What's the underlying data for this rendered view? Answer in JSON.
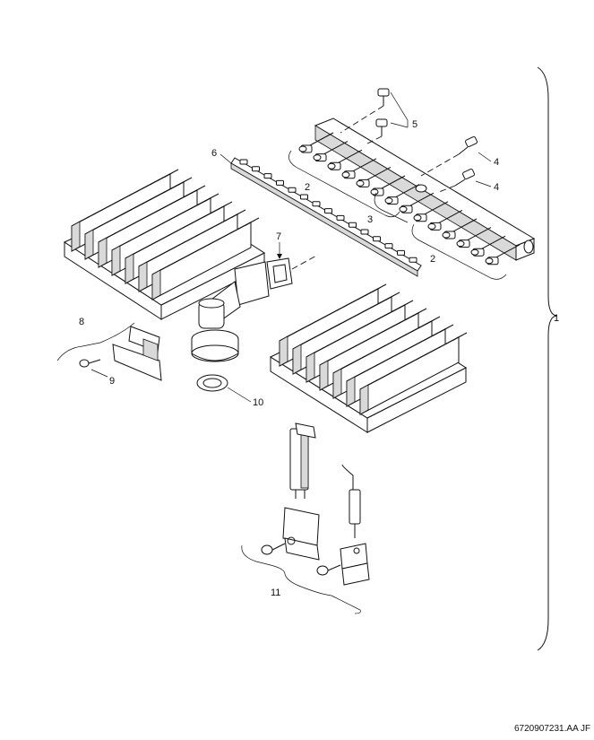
{
  "callouts": {
    "c1": "1",
    "c2a": "2",
    "c2b": "2",
    "c3": "3",
    "c4a": "4",
    "c4b": "4",
    "c5": "5",
    "c6": "6",
    "c7": "7",
    "c8": "8",
    "c9": "9",
    "c10": "10",
    "c11": "11"
  },
  "drawing_code": "6720907231.AA  JF"
}
